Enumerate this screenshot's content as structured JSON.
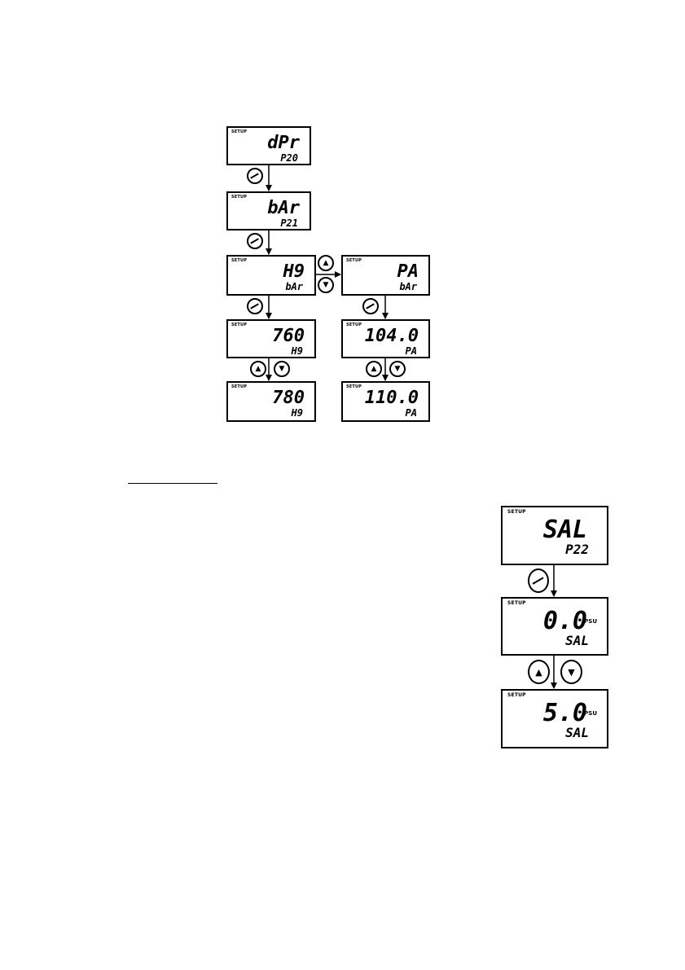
{
  "diagram1": {
    "screens": [
      {
        "id": "p20",
        "tag": "SETUP",
        "main": "dPr",
        "sub": "P20"
      },
      {
        "id": "p21",
        "tag": "SETUP",
        "main": "bAr",
        "sub": "P21"
      },
      {
        "id": "hg",
        "tag": "SETUP",
        "main": "H9",
        "sub": "bAr"
      },
      {
        "id": "pa",
        "tag": "SETUP",
        "main": "PA",
        "sub": "bAr"
      },
      {
        "id": "hg760",
        "tag": "SETUP",
        "main": "760",
        "sub": "H9"
      },
      {
        "id": "pa104",
        "tag": "SETUP",
        "main": "104.0",
        "sub": "PA"
      },
      {
        "id": "hg780",
        "tag": "SETUP",
        "main": "780",
        "sub": "H9"
      },
      {
        "id": "pa110",
        "tag": "SETUP",
        "main": "110.0",
        "sub": "PA"
      }
    ]
  },
  "diagram2": {
    "screens": [
      {
        "id": "p22",
        "tag": "SETUP",
        "main": "SAL",
        "sub": "P22",
        "unit": ""
      },
      {
        "id": "sal0",
        "tag": "SETUP",
        "main": "0.0",
        "sub": "SAL",
        "unit": "PSU"
      },
      {
        "id": "sal5",
        "tag": "SETUP",
        "main": "5.0",
        "sub": "SAL",
        "unit": "PSU"
      }
    ]
  },
  "buttons": {
    "up_symbol": "▲",
    "down_symbol": "▼"
  }
}
